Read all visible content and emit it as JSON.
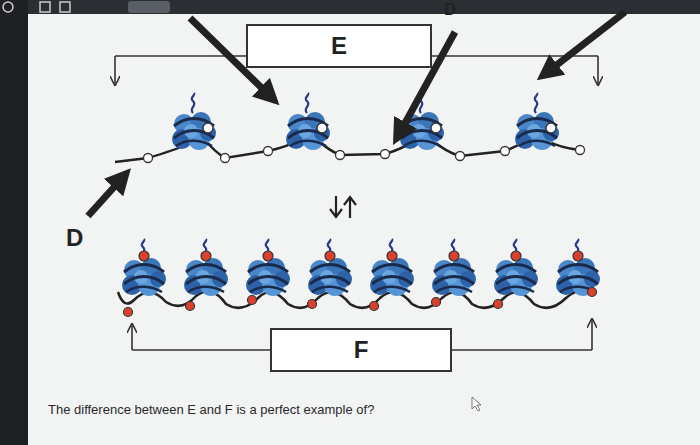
{
  "diagram": {
    "caption": "The difference between E and F is a perfect example of?",
    "nodes": [
      {
        "text": [
          "E"
        ]
      },
      {
        "text": [
          "F"
        ]
      }
    ],
    "labels": [
      "D",
      "D"
    ]
  }
}
